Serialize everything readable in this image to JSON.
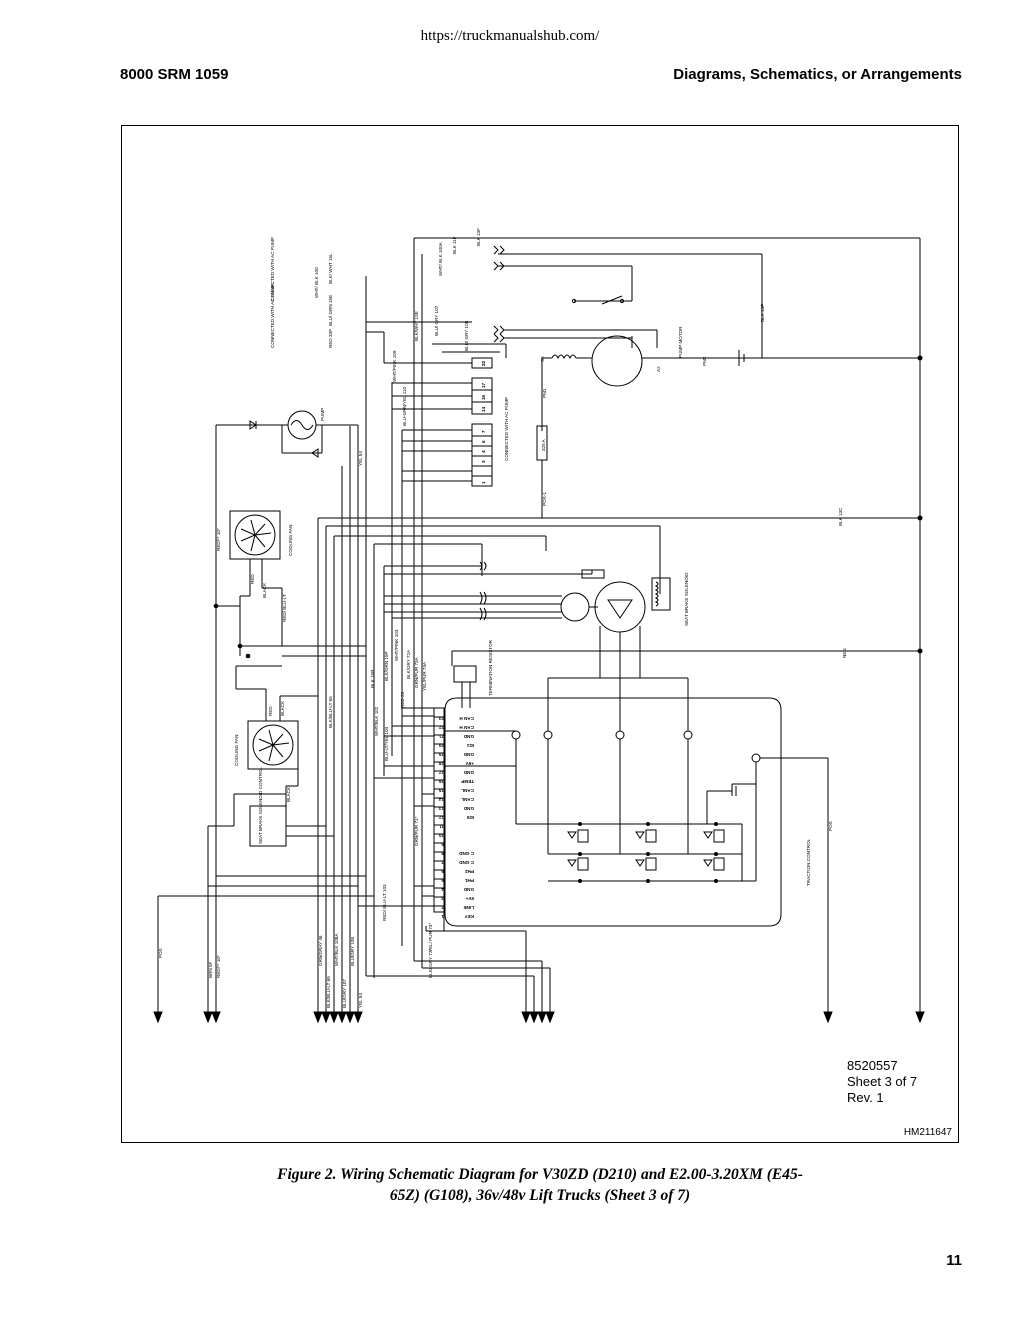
{
  "page": {
    "url": "https://truckmanualshub.com/",
    "header_left": "8000 SRM 1059",
    "header_right": "Diagrams, Schematics, or Arrangements",
    "page_number": "11"
  },
  "figure": {
    "drawing_number": "8520557",
    "sheet": "Sheet 3 of 7",
    "revision": "Rev. 1",
    "code": "HM211647",
    "caption_line1": "Figure 2.  Wiring Schematic Diagram for V30ZD (D210) and E2.00-3.20XM (E45-",
    "caption_line2": "65Z) (G108), 36v/48v Lift Trucks (Sheet 3 of 7)"
  },
  "schematic": {
    "labels": {
      "ac_pump_1": "CONNECTED WITH AC PUMP",
      "ac_pump_2": "CONNECTED WITH AC PUMP",
      "ac_pump_3": "CONNECTED WITH AC PUMP",
      "pump": "PUMP",
      "pump_motor": "PUMP MOTOR",
      "cooling_fan_1": "COOLING FAN",
      "cooling_fan_2": "COOLING FAN",
      "seat_brake_1": "SEAT BRAKE SOLENOID",
      "seat_brake_2": "SEAT BRAKE SOLENOID CONTROL",
      "termination": "TERMINATION RESISTOR",
      "traction": "TRACTION CONTROL",
      "fuse": "325 A",
      "neg": "NEG",
      "pos_right": "POS",
      "pos_left": "POS",
      "blk13f": "BLK 13F",
      "blk13c": "BLK 13C",
      "pos1": "POS-1",
      "pm1": "PM1",
      "pm2": "PM2",
      "a2": "A2",
      "s2": "S2",
      "red_black_1": "RED",
      "red_black_2": "BLACK",
      "red_blult": "RED/ BLU-LT",
      "black_1": "BLACK",
      "black_2": "BLACK",
      "red_2": "RED",
      "red10": "RED/** 10*",
      "brn5f": "BRN 5F",
      "red10b": "RED/** 10*",
      "yel54_top": "YEL 54",
      "yel54_bot": "YEL 54",
      "grn_gray": "GRN/GRAY 46",
      "blu_lt65": "BLK/BLU-LT 65",
      "wht_blk108": "WHT/BLK 108A",
      "blu_gry107": "BLU/GRY 107",
      "blu_gry108": "BLU/GRY 108",
      "blk_wht13e": "BLK/WHT 13E",
      "wht_pnk109": "WHT/PINK 109",
      "blu_grn110": "BLU-GRN/YEL 110",
      "blu_gry107b": "BLU/ GRY 107",
      "blu_gry108b": "BLU/ GRY 108",
      "blk13f_top": "BLK 13F",
      "blk11f": "BLK 11F",
      "wht_blk100": "WHT/ BLK 100A",
      "blk_wht15l": "BLK/ WHT 15L",
      "wht_blk": "WHT/ BLK 100",
      "blu_grn15j": "BLU/ GRN 15E",
      "red33p": "RED 33P",
      "blk15r": "BLK 15R",
      "blk_grn15p": "BLK/GRN 15P",
      "wht_pnk103": "WHT/PINK 103",
      "blk_gry72": "BLK/GRY 72A",
      "grn_pur73": "GRN/PUR 73A",
      "yel_pur74": "YEL/PUR 74A",
      "red23": "RED 23",
      "wht_blk102": "WHT/BLK 102",
      "blu_lt104": "BLU-LT/YEL 104",
      "blk_blu_lt65": "BLK/BLU-LT 65",
      "grn_pur71": "GRN/PUR 71*",
      "red_blu103": "RED/ BLU-LT 103",
      "yel_pur74b": "YEL/ PUR 74*",
      "blk_gry72b": "BLK/ GRY 72*",
      "term_22": "22",
      "term_17": "17",
      "term_16": "16",
      "term_14": "14",
      "term_7": "7",
      "term_6": "6",
      "term_4": "4",
      "term_3": "3",
      "term_1": "1"
    },
    "controller_pins": [
      {
        "num": "23",
        "sig": "CAN H"
      },
      {
        "num": "22",
        "sig": "CAN H"
      },
      {
        "num": "21",
        "sig": "GND"
      },
      {
        "num": "20",
        "sig": "ID1"
      },
      {
        "num": "19",
        "sig": "GND"
      },
      {
        "num": "18",
        "sig": "+5V"
      },
      {
        "num": "17",
        "sig": "GND"
      },
      {
        "num": "16",
        "sig": "TEMP"
      },
      {
        "num": "15",
        "sig": "CANL"
      },
      {
        "num": "14",
        "sig": "CANL"
      },
      {
        "num": "13",
        "sig": "GND"
      },
      {
        "num": "12",
        "sig": "ID0"
      },
      {
        "num": "11",
        "sig": ""
      },
      {
        "num": "10",
        "sig": ""
      },
      {
        "num": "9",
        "sig": ""
      },
      {
        "num": "8",
        "sig": "C GND"
      },
      {
        "num": "7",
        "sig": "C GND"
      },
      {
        "num": "6",
        "sig": "PH2"
      },
      {
        "num": "5",
        "sig": "PH1"
      },
      {
        "num": "4",
        "sig": "GND"
      },
      {
        "num": "3",
        "sig": "5V+"
      },
      {
        "num": "2",
        "sig": "LINE"
      },
      {
        "num": "1",
        "sig": "KEY"
      }
    ]
  }
}
